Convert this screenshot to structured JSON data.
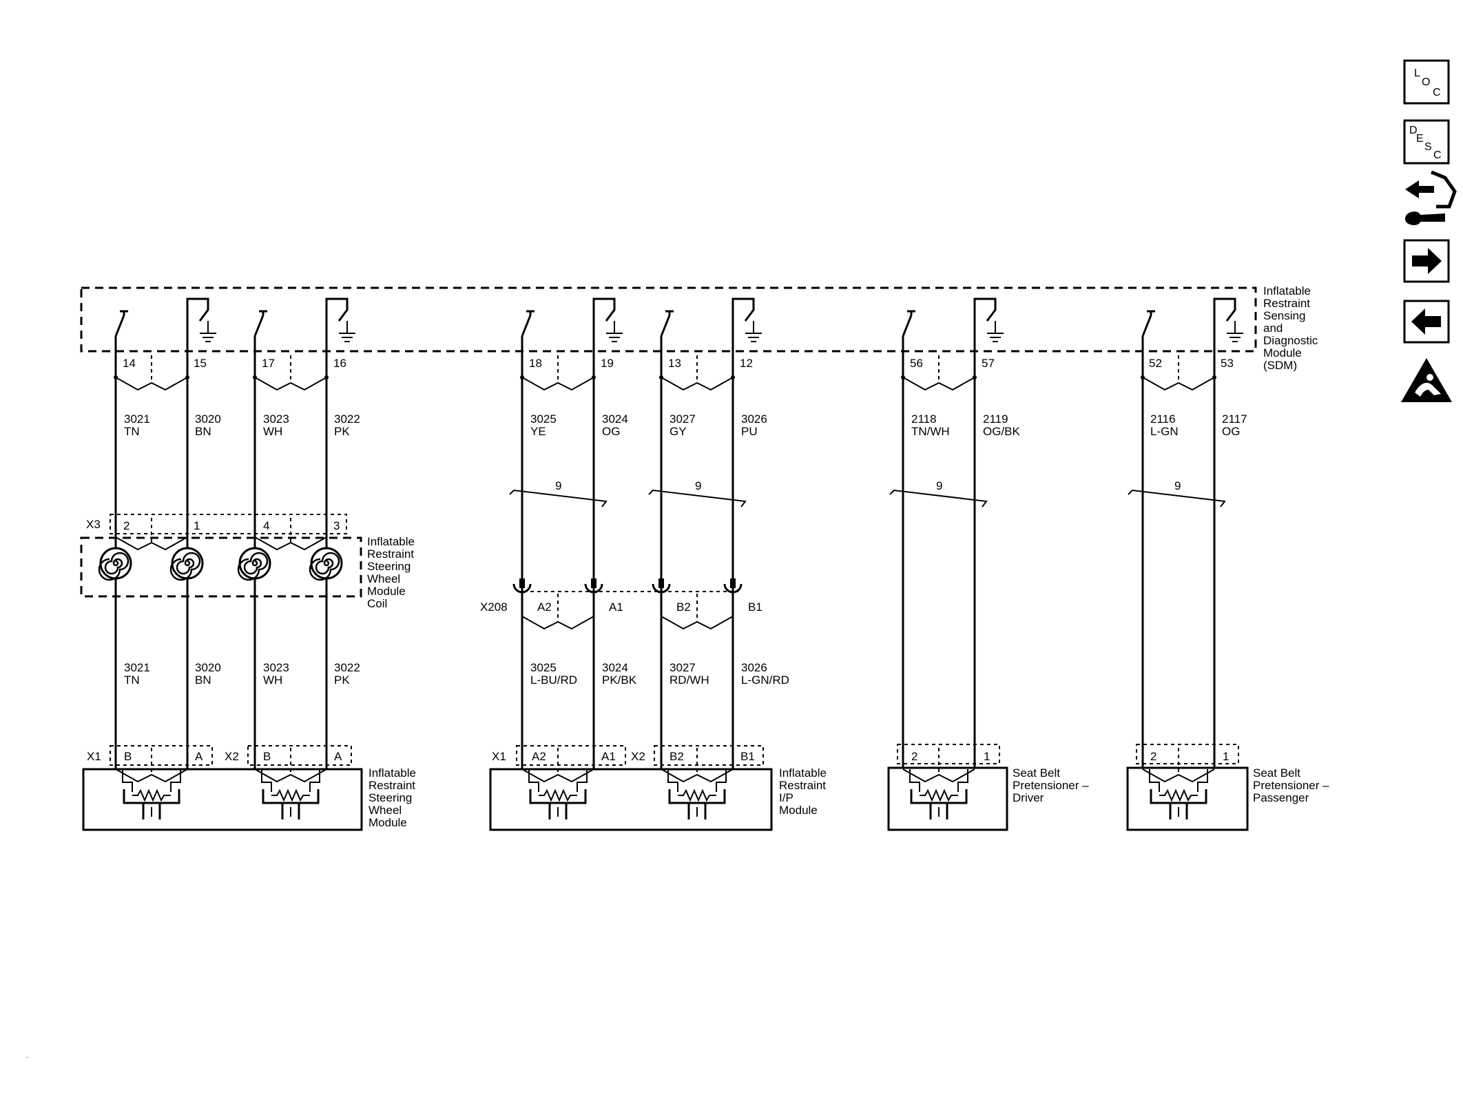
{
  "sdm": {
    "label": [
      "Inflatable",
      "Restraint",
      "Sensing",
      "and",
      "Diagnostic",
      "Module",
      "(SDM)"
    ],
    "pins": [
      "14",
      "15",
      "17",
      "16",
      "18",
      "19",
      "13",
      "12",
      "56",
      "57",
      "52",
      "53"
    ]
  },
  "wires_upper": [
    {
      "circuit": "3021",
      "color": "TN"
    },
    {
      "circuit": "3020",
      "color": "BN"
    },
    {
      "circuit": "3023",
      "color": "WH"
    },
    {
      "circuit": "3022",
      "color": "PK"
    },
    {
      "circuit": "3025",
      "color": "YE"
    },
    {
      "circuit": "3024",
      "color": "OG"
    },
    {
      "circuit": "3027",
      "color": "GY"
    },
    {
      "circuit": "3026",
      "color": "PU"
    },
    {
      "circuit": "2118",
      "color": "TN/WH"
    },
    {
      "circuit": "2119",
      "color": "OG/BK"
    },
    {
      "circuit": "2116",
      "color": "L-GN"
    },
    {
      "circuit": "2117",
      "color": "OG"
    }
  ],
  "wires_lower": [
    {
      "circuit": "3021",
      "color": "TN"
    },
    {
      "circuit": "3020",
      "color": "BN"
    },
    {
      "circuit": "3023",
      "color": "WH"
    },
    {
      "circuit": "3022",
      "color": "PK"
    },
    {
      "circuit": "3025",
      "color": "L-BU/RD"
    },
    {
      "circuit": "3024",
      "color": "PK/BK"
    },
    {
      "circuit": "3027",
      "color": "RD/WH"
    },
    {
      "circuit": "3026",
      "color": "L-GN/RD"
    }
  ],
  "twist_label": "9",
  "coil": {
    "connector": "X3",
    "pins": [
      "2",
      "1",
      "4",
      "3"
    ],
    "label": [
      "Inflatable",
      "Restraint",
      "Steering",
      "Wheel",
      "Module",
      "Coil"
    ]
  },
  "x208": {
    "connector": "X208",
    "pins": [
      "A2",
      "A1",
      "B2",
      "B1"
    ]
  },
  "steering_module": {
    "connectors": [
      "X1",
      "X2"
    ],
    "pins": [
      "B",
      "A",
      "B",
      "A"
    ],
    "label": [
      "Inflatable",
      "Restraint",
      "Steering",
      "Wheel",
      "Module"
    ]
  },
  "ip_module": {
    "connectors": [
      "X1",
      "X2"
    ],
    "pins": [
      "A2",
      "A1",
      "B2",
      "B1"
    ],
    "label": [
      "Inflatable",
      "Restraint",
      "I/P",
      "Module"
    ]
  },
  "driver_pretensioner": {
    "pins": [
      "2",
      "1"
    ],
    "label": [
      "Seat Belt",
      "Pretensioner –",
      "Driver"
    ]
  },
  "passenger_pretensioner": {
    "pins": [
      "2",
      "1"
    ],
    "label": [
      "Seat Belt",
      "Pretensioner –",
      "Passenger"
    ]
  },
  "nav": {
    "loc": [
      "L",
      "O",
      "C"
    ],
    "desc": [
      "D",
      "E",
      "S",
      "C"
    ]
  }
}
